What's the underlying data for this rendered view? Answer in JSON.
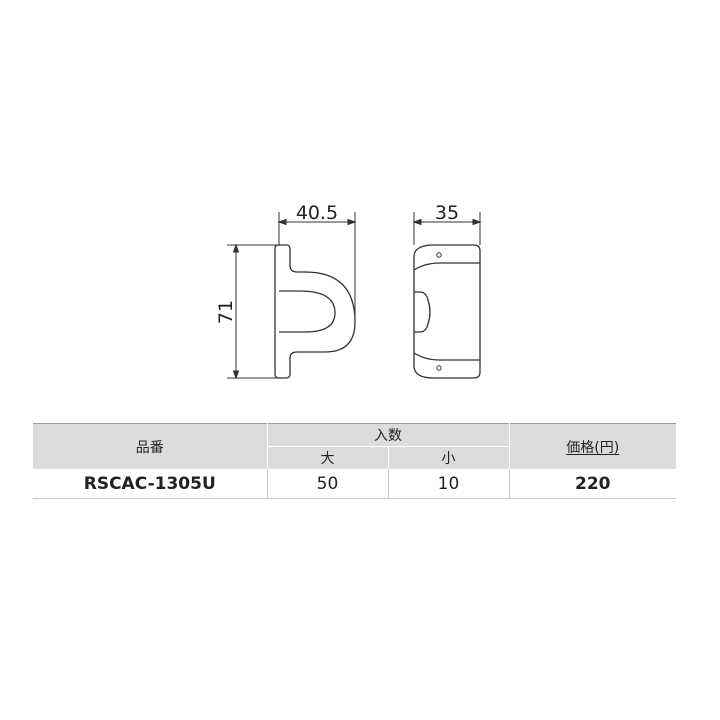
{
  "drawing": {
    "dims": {
      "front_width": "40.5",
      "front_height": "71",
      "side_width": "35"
    }
  },
  "table": {
    "headers": {
      "part_number": "品番",
      "quantity": "入数",
      "quantity_large": "大",
      "quantity_small": "小",
      "price": "価格(円)"
    },
    "rows": [
      {
        "part_number": "RSCAC-1305U",
        "qty_large": "50",
        "qty_small": "10",
        "price": "220"
      }
    ]
  }
}
